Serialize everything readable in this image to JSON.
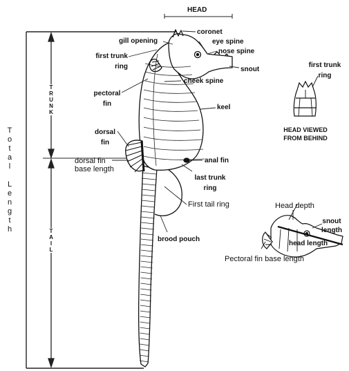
{
  "head": "HEAD",
  "total_length": "Total Length",
  "trunk": "TRUNK",
  "tail": "TAIL",
  "labels": {
    "coronet": "coronet",
    "gill_opening": "gill opening",
    "eye_spine": "eye spine",
    "first_trunk_ring": "first trunk\nring",
    "nose_spine": "nose spine",
    "snout": "snout",
    "pectoral_fin": "pectoral\nfin",
    "cheek_spine": "cheek spine",
    "keel": "keel",
    "dorsal_fin": "dorsal\nfin",
    "dorsal_fin_base_length": "dorsal fin\nbase length",
    "anal_fin": "anal fin",
    "last_trunk_ring": "last trunk\nring",
    "first_tail_ring": "First tail ring",
    "brood_pouch": "brood pouch"
  },
  "inset_back": {
    "first_trunk_ring": "first trunk\nring",
    "caption": "HEAD VIEWED\nFROM BEHIND"
  },
  "inset_measure": {
    "head_depth": "Head depth",
    "snout_length": "snout\nlength",
    "head_length": "head length",
    "pectoral_fin_base_length": "Pectoral fin base length"
  }
}
